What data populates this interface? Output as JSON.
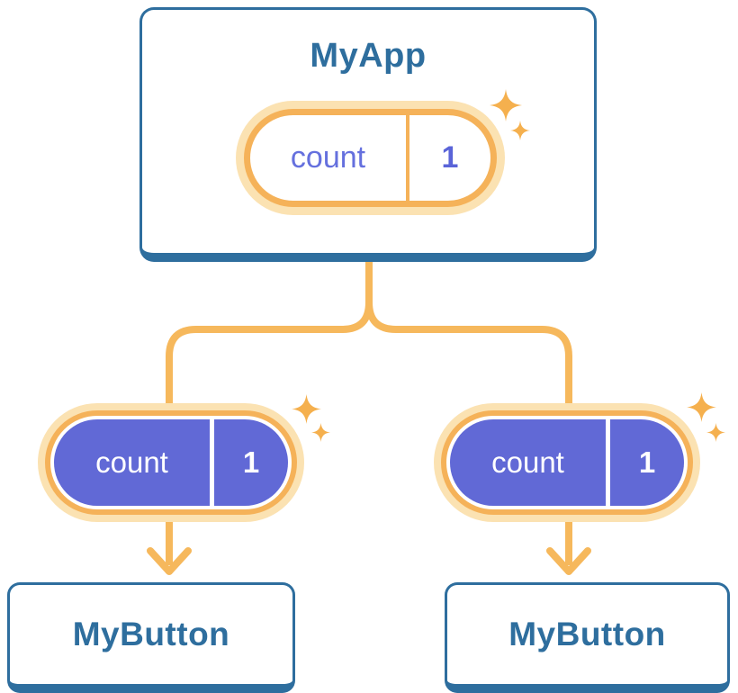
{
  "diagram": {
    "root": {
      "title": "MyApp",
      "state": {
        "name": "count",
        "value": "1"
      }
    },
    "children": [
      {
        "title": "MyButton",
        "state": {
          "name": "count",
          "value": "1"
        }
      },
      {
        "title": "MyButton",
        "state": {
          "name": "count",
          "value": "1"
        }
      }
    ],
    "colors": {
      "card_border_blue": "#2E6E9E",
      "label_blue": "#2E6E9E",
      "connector_orange": "#F6B85C",
      "pill_ring_orange": "#F5B259",
      "pill_halo_orange": "#FBE2B2",
      "pill_fill_purple": "#6169D6",
      "state_text_purple": "#6570DE",
      "sparkle_orange": "#F5B04E",
      "background": "#FFFFFF"
    },
    "icons": [
      "sparkle-icon"
    ]
  }
}
